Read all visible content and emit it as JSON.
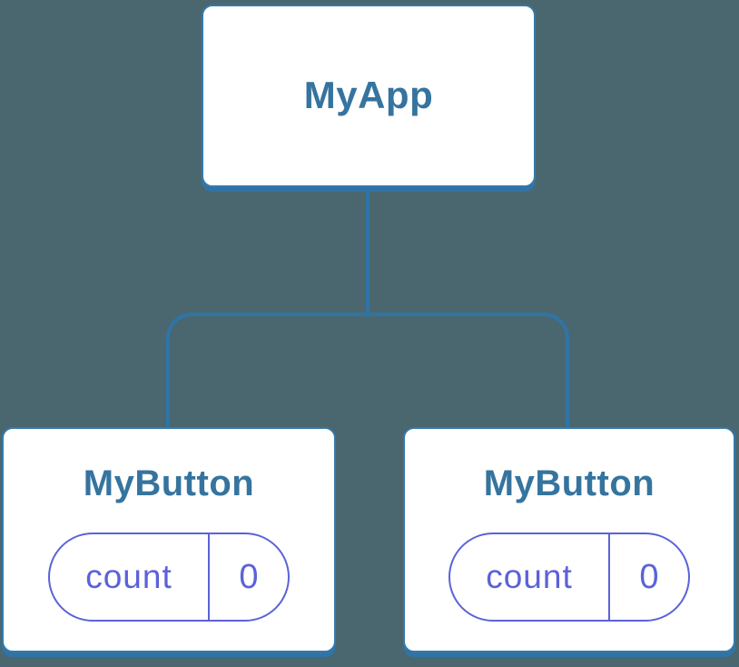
{
  "theme": {
    "bg": "#4a676f",
    "blue": "#3074a7",
    "blue_border": "#3579aa",
    "blue_text": "#35749e",
    "purple": "#5b62d8",
    "card_bg": "#ffffff"
  },
  "diagram": {
    "type": "component-tree",
    "root": {
      "label": "MyApp"
    },
    "children": [
      {
        "label": "MyButton",
        "state": {
          "key": "count",
          "value": "0"
        }
      },
      {
        "label": "MyButton",
        "state": {
          "key": "count",
          "value": "0"
        }
      }
    ]
  }
}
